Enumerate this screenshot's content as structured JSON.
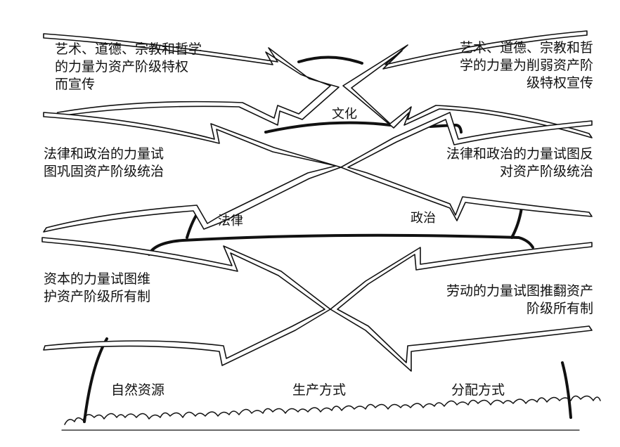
{
  "diagram": {
    "culture": {
      "left_text": "艺术、道德、宗教和哲学\n的力量为资产阶级特权\n而宣传",
      "right_text": "艺术、道德、宗教和哲\n学的力量为削弱资产阶\n级特权宣传",
      "center_label": "文化"
    },
    "politics": {
      "left_text": "法律和政治的力量试\n图巩固资产阶级统治",
      "right_text": "法律和政治的力量试图反\n对资产阶级统治",
      "left_label": "法律",
      "right_label": "政治"
    },
    "economy": {
      "left_text": "资本的力量试图维\n护资产阶级所有制",
      "right_text": "劳动的力量试图推翻资产\n阶级所有制"
    },
    "base": {
      "left_label": "自然资源",
      "center_label": "生产方式",
      "right_label": "分配方式"
    },
    "colors": {
      "ink": "#111111",
      "paper": "#ffffff"
    }
  }
}
